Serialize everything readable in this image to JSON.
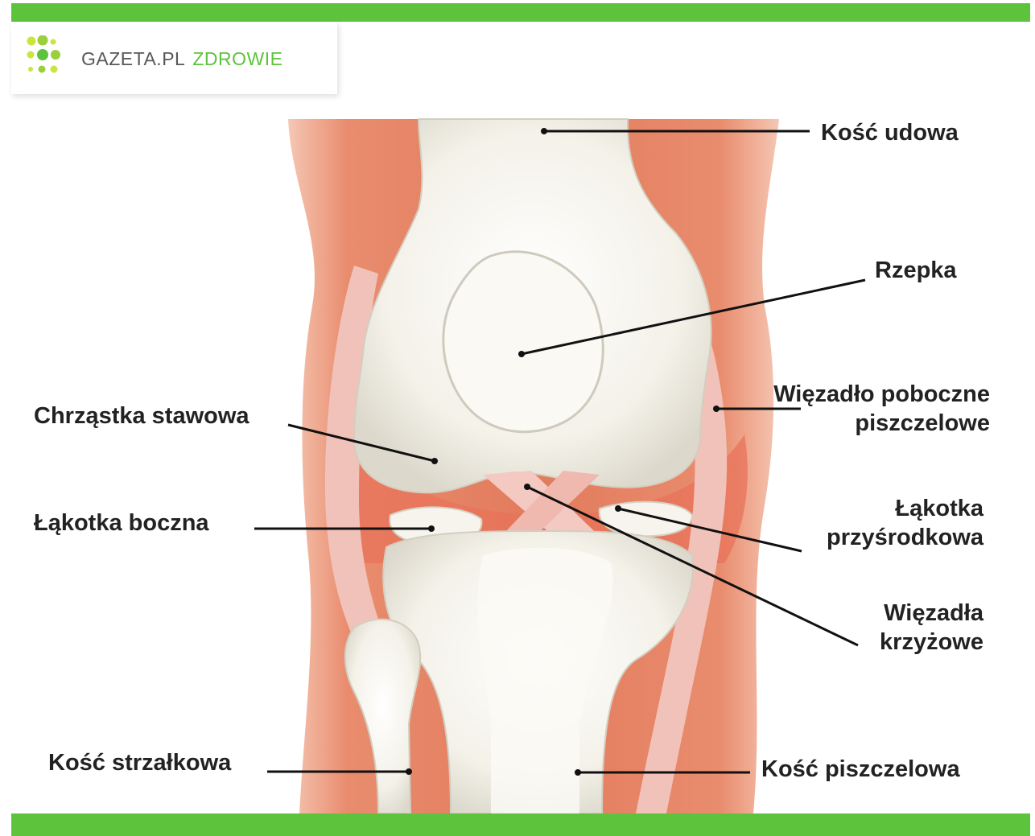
{
  "colors": {
    "accent": "#5ec33c",
    "logo_section": "#5ec33c",
    "muscle": "#e88567",
    "bone": "#f3f1e9",
    "ligament": "#f2c4bd",
    "line": "#111111"
  },
  "logo": {
    "brand": "GAZETA.PL",
    "section": "ZDROWIE",
    "icon": "dot-grid-logo-icon"
  },
  "labels": {
    "kosc_udowa": "Kość udowa",
    "rzepka": "Rzepka",
    "chrzastka": "Chrząstka stawowa",
    "wiezadlo_poboczne_1": "Więzadło poboczne",
    "wiezadlo_poboczne_2": "piszczelowe",
    "lakotka_boczna": "Łąkotka boczna",
    "lakotka_przysrodkowa_1": "Łąkotka",
    "lakotka_przysrodkowa_2": "przyśrodkowa",
    "wiezadla_krzyzowe_1": "Więzadła",
    "wiezadla_krzyzowe_2": "krzyżowe",
    "kosc_strzalkowa": "Kość strzałkowa",
    "kosc_piszczelowa": "Kość piszczelowa"
  }
}
